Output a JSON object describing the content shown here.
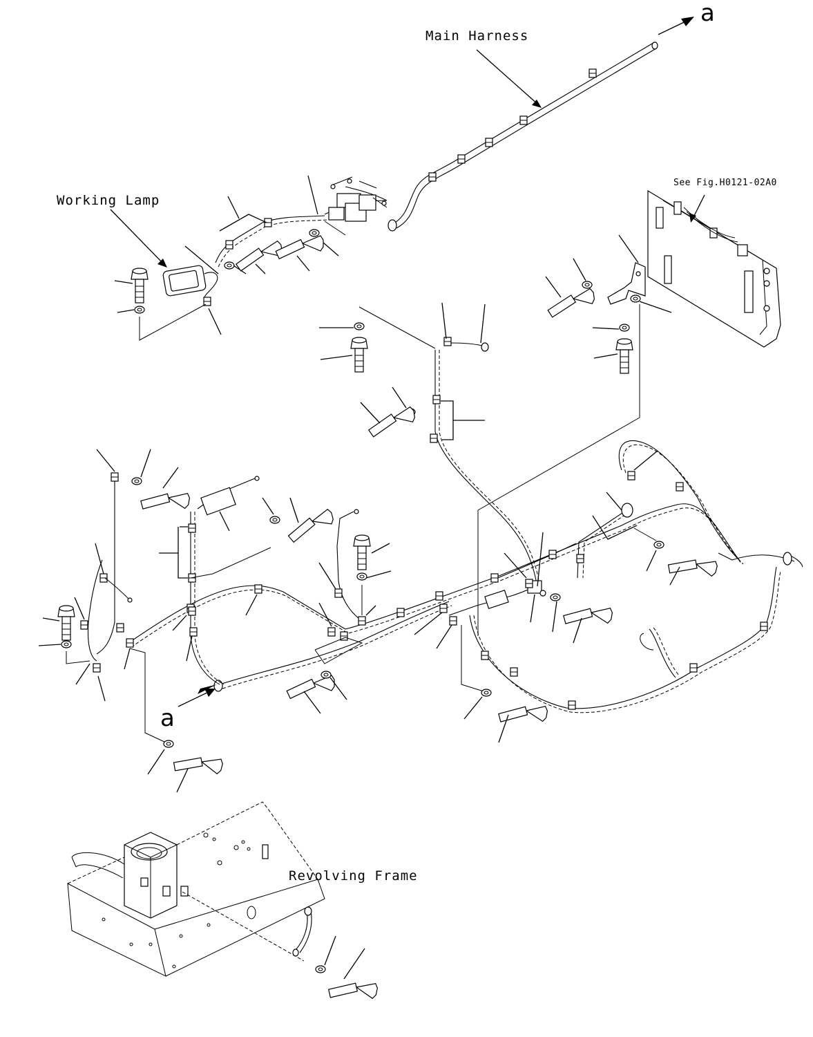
{
  "labels": {
    "main_harness": "Main Harness",
    "working_lamp": "Working Lamp",
    "see_fig": "See Fig.H0121-02A0",
    "revolving_frame": "Revolving Frame",
    "connector_a_top": "a",
    "connector_a_left": "a"
  }
}
